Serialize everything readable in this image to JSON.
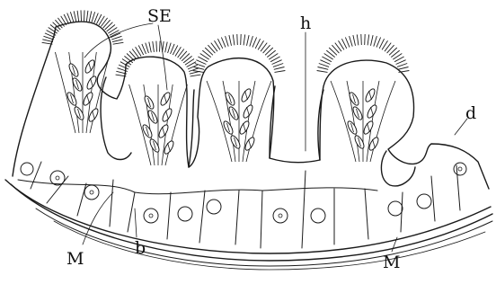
{
  "labels": {
    "se": "SE",
    "h": "h",
    "d": "d",
    "m_left": "M",
    "b": "b",
    "m_right": "M"
  },
  "colors": {
    "ink": "#1a1a1a",
    "paper": "#ffffff"
  }
}
